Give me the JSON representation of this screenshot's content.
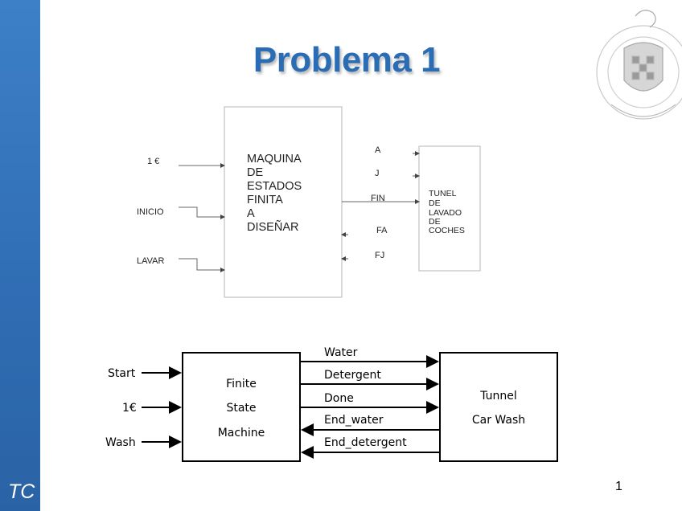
{
  "slide": {
    "title": "Problema 1",
    "sidebar_label": "TC",
    "page_number": "1",
    "accent_color": "#3172b9",
    "title_color": "#2a6db5",
    "emblem_icon": "university-crest-icon"
  },
  "diagram_es": {
    "inputs": [
      "1 €",
      "INICIO",
      "LAVAR"
    ],
    "machine_lines": [
      "MAQUINA",
      "DE",
      "ESTADOS",
      "FINITA",
      "A",
      "DISEÑAR"
    ],
    "signals": [
      "A",
      "J",
      "FIN",
      "FA",
      "FJ"
    ],
    "tunnel_lines": [
      "TUNEL",
      "DE",
      "LAVADO",
      "DE",
      "COCHES"
    ]
  },
  "diagram_en": {
    "inputs": [
      "Start",
      "1€",
      "Wash"
    ],
    "machine_lines": [
      "Finite",
      "State",
      "Machine"
    ],
    "outputs": [
      "Water",
      "Detergent",
      "Done"
    ],
    "feedback": [
      "End_water",
      "End_detergent"
    ],
    "tunnel_lines": [
      "Tunnel",
      "Car Wash"
    ]
  }
}
